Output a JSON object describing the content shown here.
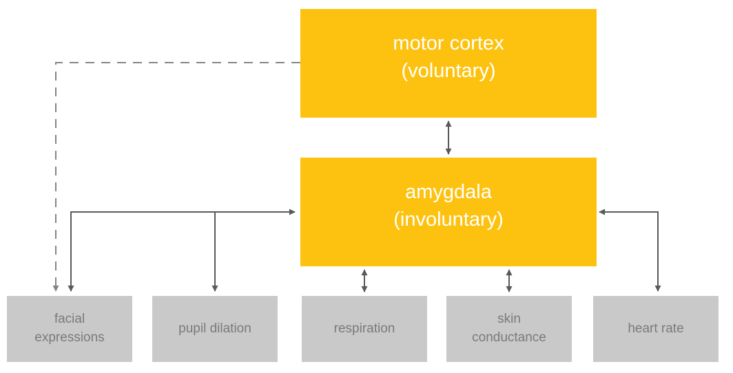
{
  "diagram": {
    "title": "",
    "nodes": {
      "motor_cortex": {
        "label": "motor cortex\n(voluntary)",
        "role": "brain-region"
      },
      "amygdala": {
        "label": "amygdala\n(involuntary)",
        "role": "brain-region"
      },
      "facial_expressions": {
        "label": "facial\nexpressions",
        "role": "output"
      },
      "pupil_dilation": {
        "label": "pupil dilation",
        "role": "output"
      },
      "respiration": {
        "label": "respiration",
        "role": "output"
      },
      "skin_conductance": {
        "label": "skin\nconductance",
        "role": "output"
      },
      "heart_rate": {
        "label": "heart rate",
        "role": "output"
      }
    },
    "edges": [
      {
        "between": [
          "motor_cortex",
          "amygdala"
        ],
        "style": "solid",
        "arrowheads": "both"
      },
      {
        "between": [
          "motor_cortex",
          "facial_expressions"
        ],
        "style": "dashed",
        "arrowheads": "into facial_expressions"
      },
      {
        "between": [
          "amygdala",
          "facial_expressions",
          "pupil_dilation"
        ],
        "style": "solid",
        "arrowheads": "all ends (into amygdala, facial_expressions, pupil_dilation)"
      },
      {
        "between": [
          "amygdala",
          "respiration"
        ],
        "style": "solid",
        "arrowheads": "both"
      },
      {
        "between": [
          "amygdala",
          "skin_conductance"
        ],
        "style": "solid",
        "arrowheads": "both"
      },
      {
        "between": [
          "amygdala",
          "heart_rate"
        ],
        "style": "solid",
        "arrowheads": "both (into amygdala, into heart_rate)"
      }
    ],
    "colors": {
      "brain_box": "#FDC20F",
      "brain_text": "#FFFFFF",
      "output_box": "#C9C9C9",
      "output_text": "#7A7A7A",
      "line": "#595959",
      "dashed_line": "#848484",
      "background": "#FFFFFF"
    }
  }
}
